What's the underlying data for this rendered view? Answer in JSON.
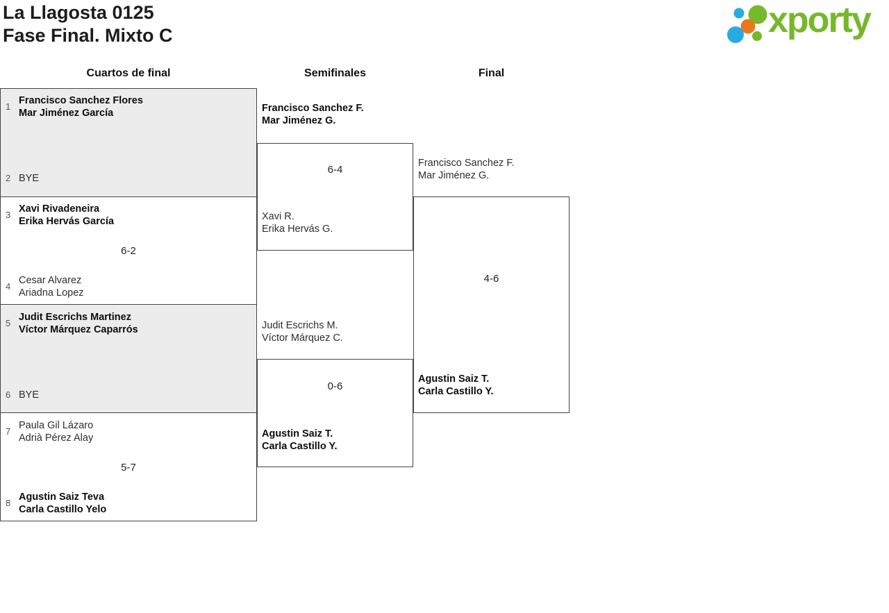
{
  "header": {
    "title_line1": "La Llagosta 0125",
    "title_line2": "Fase Final. Mixto C"
  },
  "logo": {
    "text": "xporty",
    "brand_green": "#76b82a",
    "dot_colors": [
      "#29abe2",
      "#76b82a",
      "#e8781e",
      "#29abe2",
      "#76b82a"
    ]
  },
  "columns": {
    "quarterfinals_label": "Cuartos de final",
    "semifinals_label": "Semifinales",
    "final_label": "Final"
  },
  "colors": {
    "box_border": "#444444",
    "box_gray_fill": "#ececec",
    "winner_text": "#0d0d0d",
    "loser_text": "#2e2e2e",
    "seed_text": "#555555"
  },
  "bracket": {
    "quarterfinals": [
      {
        "seed_top": "1",
        "team_top": [
          "Francisco Sanchez Flores",
          "Mar Jiménez García"
        ],
        "score": "",
        "seed_bottom": "2",
        "team_bottom": [
          "BYE"
        ]
      },
      {
        "seed_top": "3",
        "team_top": [
          "Xavi Rivadeneira",
          "Erika Hervás García"
        ],
        "score": "6-2",
        "seed_bottom": "4",
        "team_bottom": [
          "Cesar Alvarez",
          "Ariadna Lopez"
        ]
      },
      {
        "seed_top": "5",
        "team_top": [
          "Judit Escrichs Martinez",
          "Víctor Márquez Caparrós"
        ],
        "score": "",
        "seed_bottom": "6",
        "team_bottom": [
          "BYE"
        ]
      },
      {
        "seed_top": "7",
        "team_top": [
          "Paula Gil Lázaro",
          "Adrià Pérez Alay"
        ],
        "score": "5-7",
        "seed_bottom": "8",
        "team_bottom": [
          "Agustin Saiz Teva",
          "Carla Castillo Yelo"
        ]
      }
    ],
    "semifinals": [
      {
        "team_top": [
          "Francisco Sanchez F.",
          "Mar Jiménez G."
        ],
        "score": "6-4",
        "team_bottom": [
          "Xavi R.",
          "Erika Hervás G."
        ]
      },
      {
        "team_top": [
          "Judit Escrichs M.",
          "Víctor Márquez C."
        ],
        "score": "0-6",
        "team_bottom": [
          "Agustin Saiz T.",
          "Carla Castillo Y."
        ]
      }
    ],
    "final": {
      "team_top": [
        "Francisco Sanchez F.",
        "Mar Jiménez G."
      ],
      "score": "4-6",
      "team_bottom": [
        "Agustin Saiz T.",
        "Carla Castillo Y."
      ]
    }
  }
}
